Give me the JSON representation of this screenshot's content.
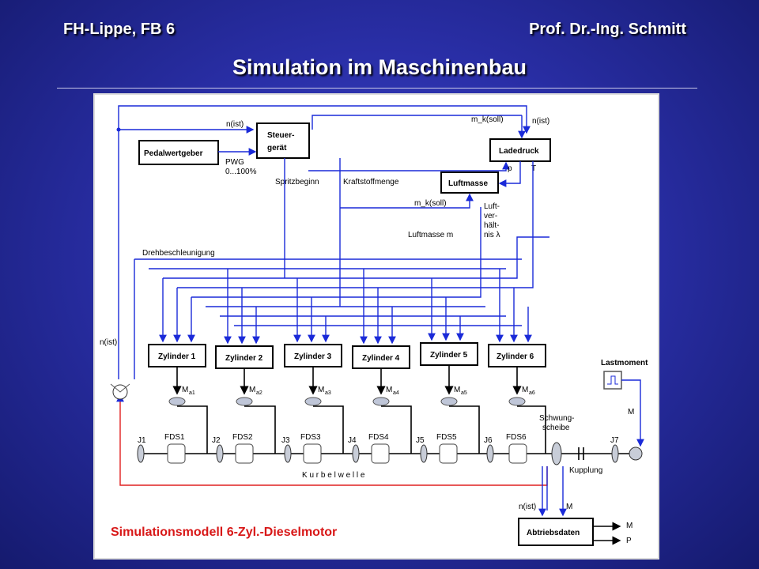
{
  "header": {
    "left": "FH-Lippe, FB 6",
    "right": "Prof. Dr.-Ing. Schmitt",
    "title": "Simulation im Maschinenbau"
  },
  "diagram": {
    "caption": "Simulationsmodell 6-Zyl.-Dieselmotor",
    "blocks": {
      "steuergeraet_1": "Steuer-",
      "steuergeraet_2": "gerät",
      "pedalwertgeber": "Pedalwertgeber",
      "ladedruck": "Ladedruck",
      "luftmasse": "Luftmasse",
      "abtriebsdaten": "Abtriebsdaten",
      "lastmoment": "Lastmoment"
    },
    "cylinders": [
      "Zylinder 1",
      "Zylinder 2",
      "Zylinder 3",
      "Zylinder 4",
      "Zylinder 5",
      "Zylinder 6"
    ],
    "torques": [
      "M",
      "M",
      "M",
      "M",
      "M",
      "M"
    ],
    "torque_subs": [
      "a1",
      "a2",
      "a3",
      "a4",
      "a5",
      "a6"
    ],
    "joints": [
      "J1",
      "J2",
      "J3",
      "J4",
      "J5",
      "J6",
      "J7"
    ],
    "springs": [
      "FDS1",
      "FDS2",
      "FDS3",
      "FDS4",
      "FDS5",
      "FDS6"
    ],
    "labels": {
      "n_ist_top": "n(ist)",
      "n_ist_right": "n(ist)",
      "n_ist_left": "n(ist)",
      "n_ist_bottom": "n(ist)",
      "mk_soll_top": "m_k(soll)",
      "mk_soll_mid": "m_k(soll)",
      "pwg_1": "PWG",
      "pwg_2": "0...100%",
      "spritzbeginn": "Spritzbeginn",
      "kraftstoffmenge": "Kraftstoffmenge",
      "luftmasse_ml": "Luftmasse m",
      "luft_1": "Luft-",
      "luft_2": "ver-",
      "luft_3": "hält-",
      "luft_4": "nis λ",
      "drehbeschleunigung": "Drehbeschleunigung",
      "pl": "p",
      "tl": "T",
      "schwung_1": "Schwung-",
      "schwung_2": "scheibe",
      "kupplung": "Kupplung",
      "kurbelwelle": "K u r b e l w e l l e",
      "ml_right": "M",
      "ma_bottom": "M",
      "md": "M",
      "pm": "P"
    }
  }
}
